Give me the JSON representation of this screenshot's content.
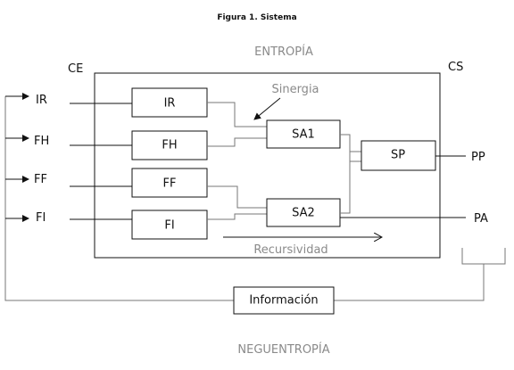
{
  "title": "Figura 1. Sistema",
  "top_label": "ENTROPÍA",
  "bottom_label": "NEGUENTROPÍA",
  "system_entry_label": "CE",
  "system_exit_label": "CS",
  "inputs": [
    "IR",
    "FH",
    "FF",
    "FI"
  ],
  "inner_boxes": [
    "IR",
    "FH",
    "FF",
    "FI"
  ],
  "subsystems": {
    "upper": "SA1",
    "lower": "SA2",
    "final": "SP"
  },
  "outputs": {
    "top": "PP",
    "bottom": "PA"
  },
  "annotations": {
    "synergy": "Sinergia",
    "recursion": "Recursividad"
  },
  "feedback_box": "Información"
}
